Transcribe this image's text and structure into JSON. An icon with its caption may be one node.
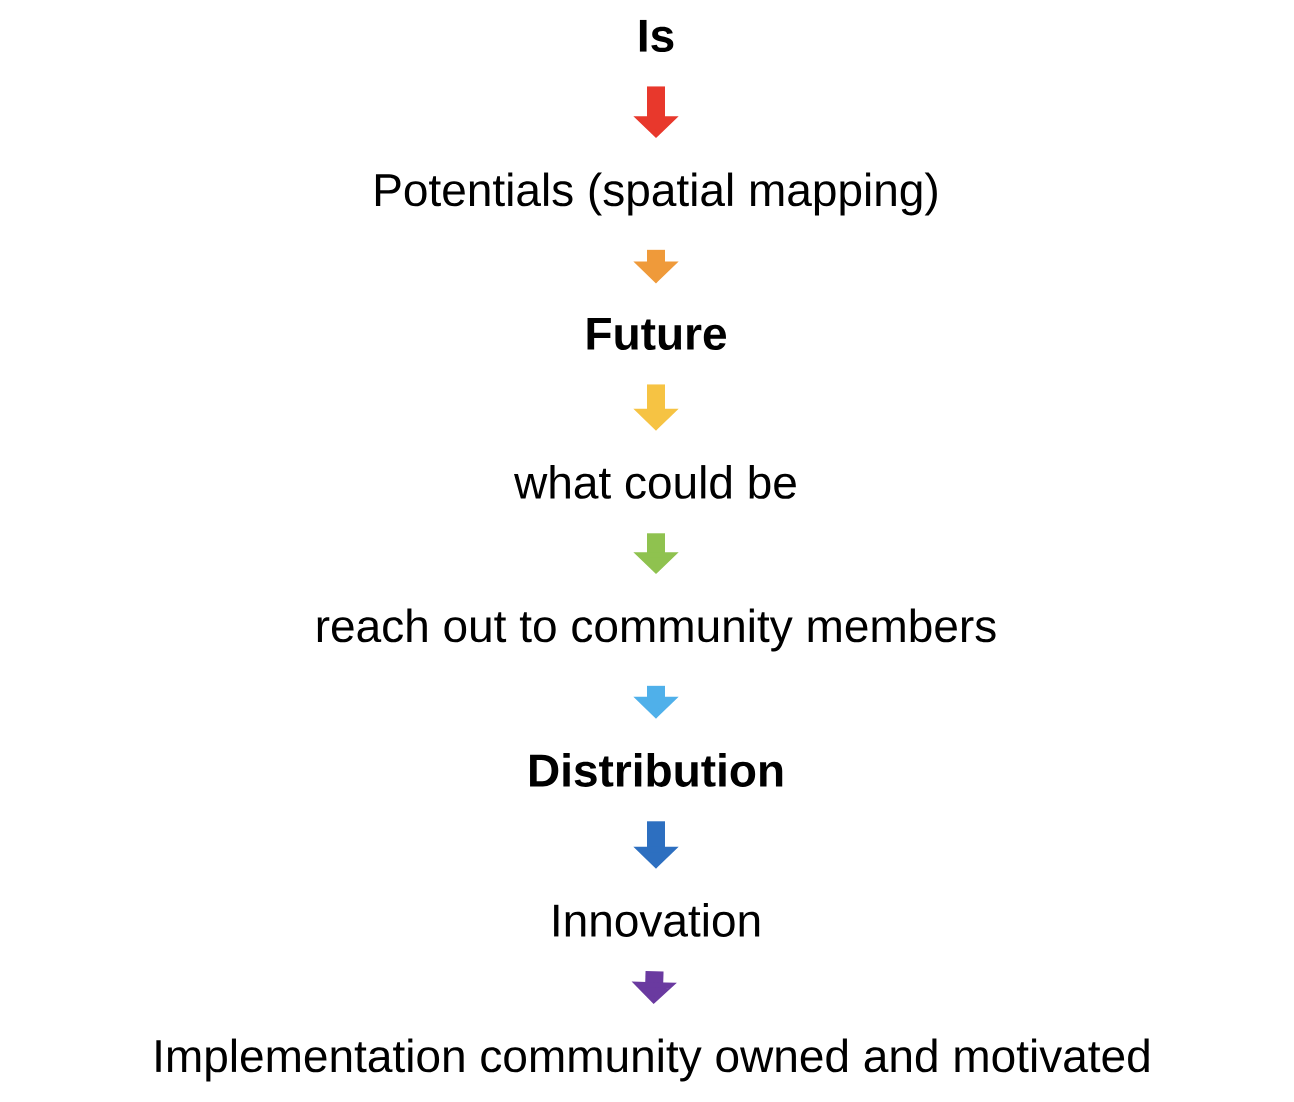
{
  "diagram": {
    "nodes": [
      {
        "text": [
          "Is"
        ]
      },
      {
        "text": [
          "Potentials (spatial mapping)"
        ]
      },
      {
        "text": [
          "Future"
        ]
      },
      {
        "text": [
          "what could be"
        ]
      },
      {
        "text": [
          "reach out to community members"
        ]
      },
      {
        "text": [
          "Distribution"
        ]
      },
      {
        "text": [
          "Innovation"
        ]
      },
      {
        "text": [
          "Implementation community owned and motivated"
        ]
      }
    ],
    "edges": [
      {
        "from": 0,
        "to": 1,
        "arrow": "to",
        "color": "#e8382c"
      },
      {
        "from": 1,
        "to": 2,
        "arrow": "to",
        "color": "#ef9a3a"
      },
      {
        "from": 2,
        "to": 3,
        "arrow": "to",
        "color": "#f6c343"
      },
      {
        "from": 3,
        "to": 4,
        "arrow": "to",
        "color": "#8fc24f"
      },
      {
        "from": 4,
        "to": 5,
        "arrow": "to",
        "color": "#4fb0ea"
      },
      {
        "from": 5,
        "to": 6,
        "arrow": "to",
        "color": "#2d6fc0"
      },
      {
        "from": 6,
        "to": 7,
        "arrow": "to",
        "color": "#6a3aa0"
      }
    ]
  }
}
